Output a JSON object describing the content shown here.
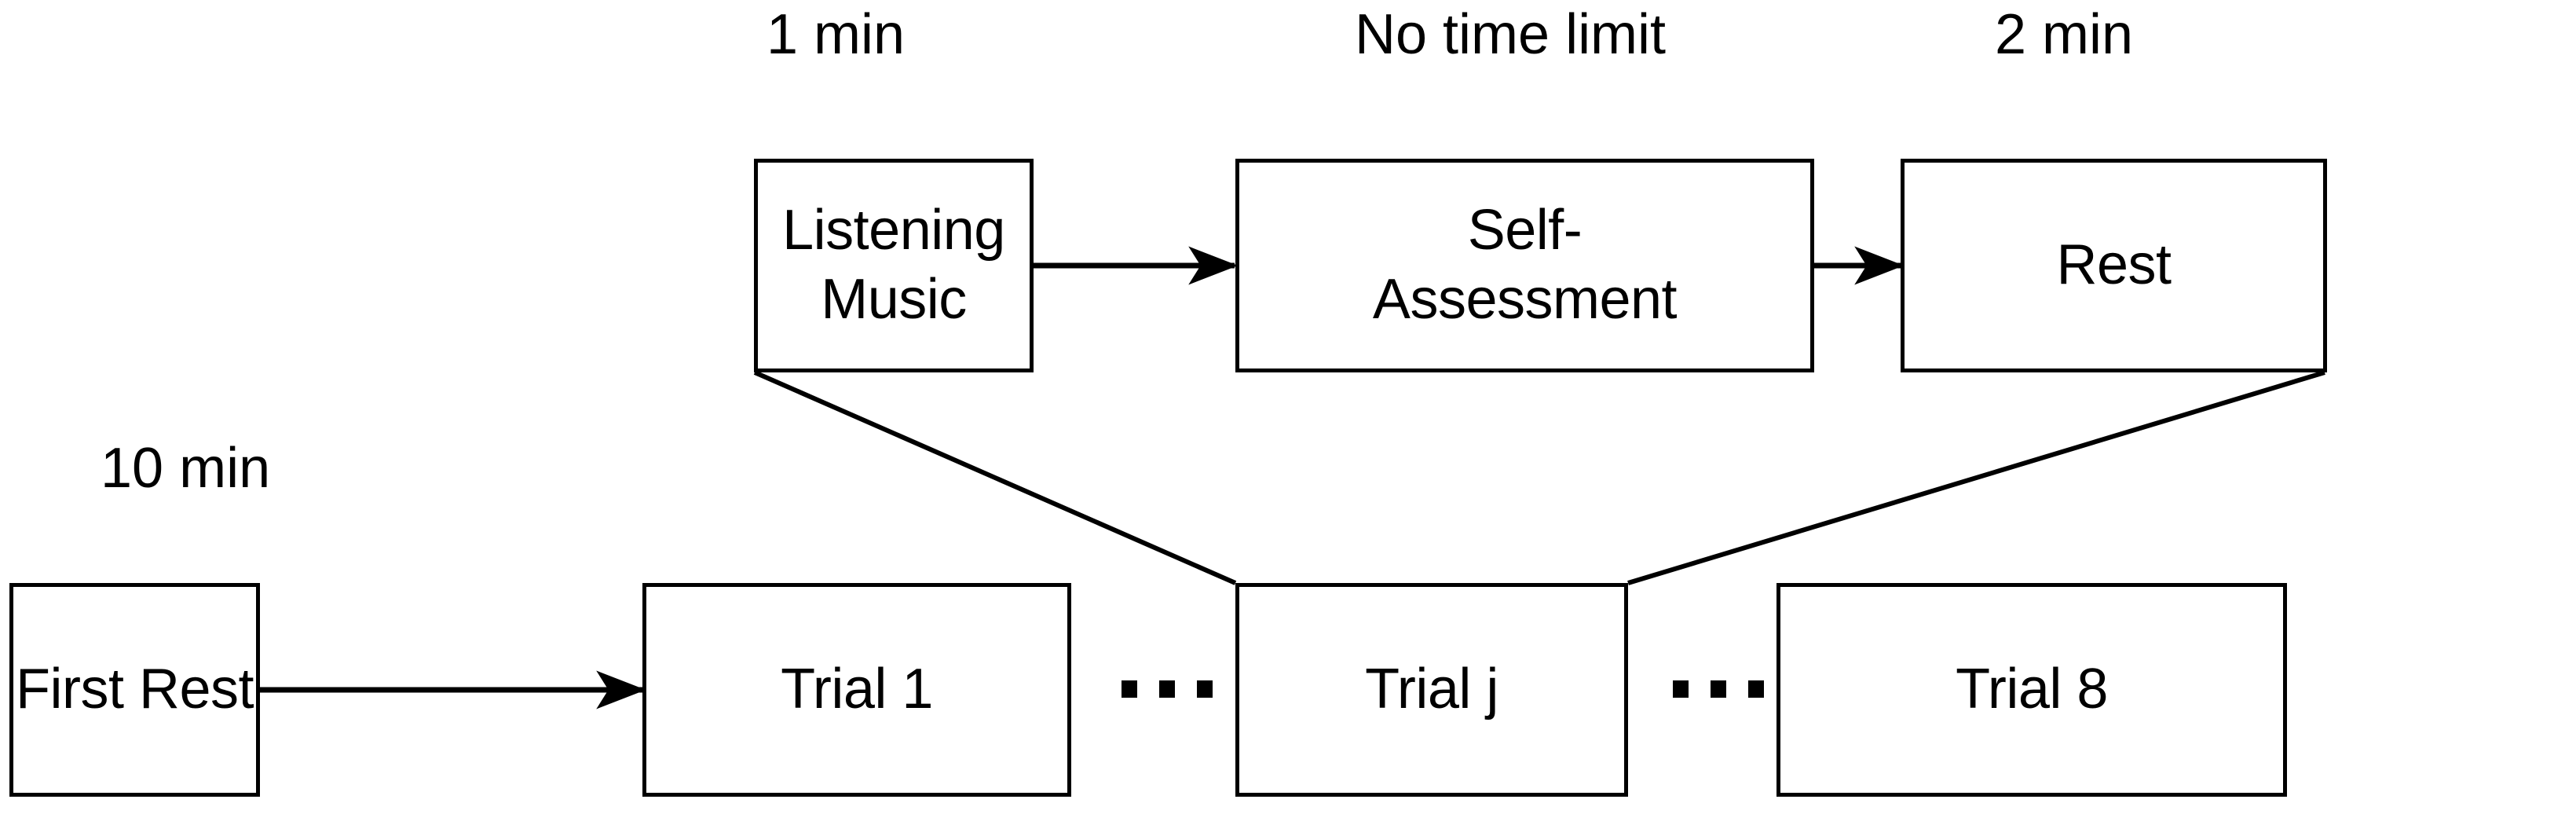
{
  "diagram": {
    "title": "Experiment trial structure flow diagram",
    "background_color": "#ffffff",
    "stroke_color": "#000000",
    "top_row": {
      "captions": [
        {
          "text": "1 min",
          "for": "listening-music"
        },
        {
          "text": "No time limit",
          "for": "self-assessment"
        },
        {
          "text": "2 min",
          "for": "rest"
        }
      ],
      "nodes": [
        {
          "id": "listening-music",
          "line1": "Listening",
          "line2": "Music"
        },
        {
          "id": "self-assessment",
          "line1": "Self-",
          "line2": "Assessment"
        },
        {
          "id": "rest",
          "line1": "Rest",
          "line2": ""
        }
      ]
    },
    "bottom_row": {
      "captions": [
        {
          "text": "10 min",
          "for": "first-rest"
        }
      ],
      "nodes": [
        {
          "id": "first-rest",
          "line1": "First Rest",
          "line2": ""
        },
        {
          "id": "trial-1",
          "line1": "Trial 1",
          "line2": ""
        },
        {
          "id": "trial-j",
          "line1": "Trial j",
          "line2": ""
        },
        {
          "id": "trial-8",
          "line1": "Trial 8",
          "line2": ""
        }
      ],
      "ellipses": [
        {
          "id": "ellipsis-left",
          "dots": 3
        },
        {
          "id": "ellipsis-right",
          "dots": 3
        }
      ]
    },
    "connectors": [
      {
        "from": "listening-music",
        "to": "self-assessment",
        "type": "arrow"
      },
      {
        "from": "self-assessment",
        "to": "rest",
        "type": "arrow"
      },
      {
        "from": "first-rest",
        "to": "trial-1",
        "type": "arrow"
      },
      {
        "from": "listening-music",
        "to": "trial-j",
        "type": "expansion-line"
      },
      {
        "from": "rest",
        "to": "trial-j",
        "type": "expansion-line"
      }
    ]
  }
}
